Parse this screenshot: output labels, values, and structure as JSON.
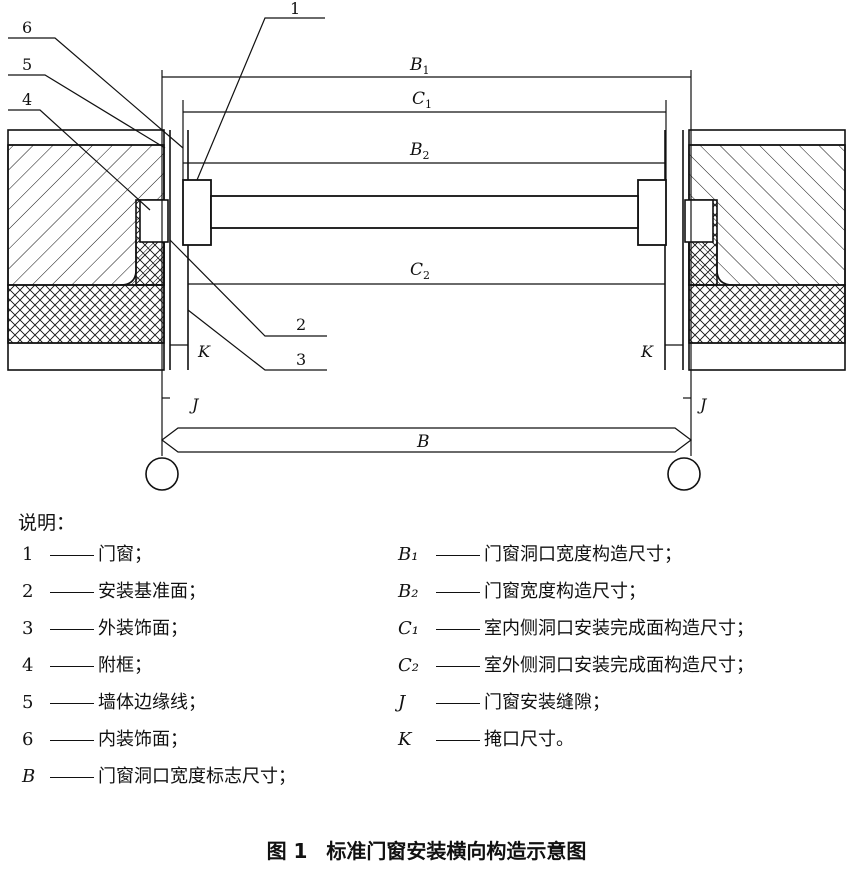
{
  "diagram": {
    "callouts": [
      "1",
      "2",
      "3",
      "4",
      "5",
      "6"
    ],
    "dimensions": {
      "B1": {
        "base": "B",
        "sub": "1"
      },
      "C1": {
        "base": "C",
        "sub": "1"
      },
      "B2": {
        "base": "B",
        "sub": "2"
      },
      "C2": {
        "base": "C",
        "sub": "2"
      },
      "K": "K",
      "J": "J",
      "B": "B"
    }
  },
  "legend": {
    "title": "说明：",
    "left": [
      {
        "code": "1",
        "text": "门窗；"
      },
      {
        "code": "2",
        "text": "安装基准面；"
      },
      {
        "code": "3",
        "text": "外装饰面；"
      },
      {
        "code": "4",
        "text": "附框；"
      },
      {
        "code": "5",
        "text": "墙体边缘线；"
      },
      {
        "code": "6",
        "text": "内装饰面；"
      },
      {
        "code": "B",
        "text": "门窗洞口宽度标志尺寸；"
      }
    ],
    "right": [
      {
        "code": "B₁",
        "text": "门窗洞口宽度构造尺寸；"
      },
      {
        "code": "B₂",
        "text": "门窗宽度构造尺寸；"
      },
      {
        "code": "C₁",
        "text": "室内侧洞口安装完成面构造尺寸；"
      },
      {
        "code": "C₂",
        "text": "室外侧洞口安装完成面构造尺寸；"
      },
      {
        "code": "J",
        "text": "门窗安装缝隙；"
      },
      {
        "code": "K",
        "text": "掩口尺寸。"
      }
    ]
  },
  "caption": {
    "figure_no": "图 1",
    "title": "标准门窗安装横向构造示意图"
  }
}
